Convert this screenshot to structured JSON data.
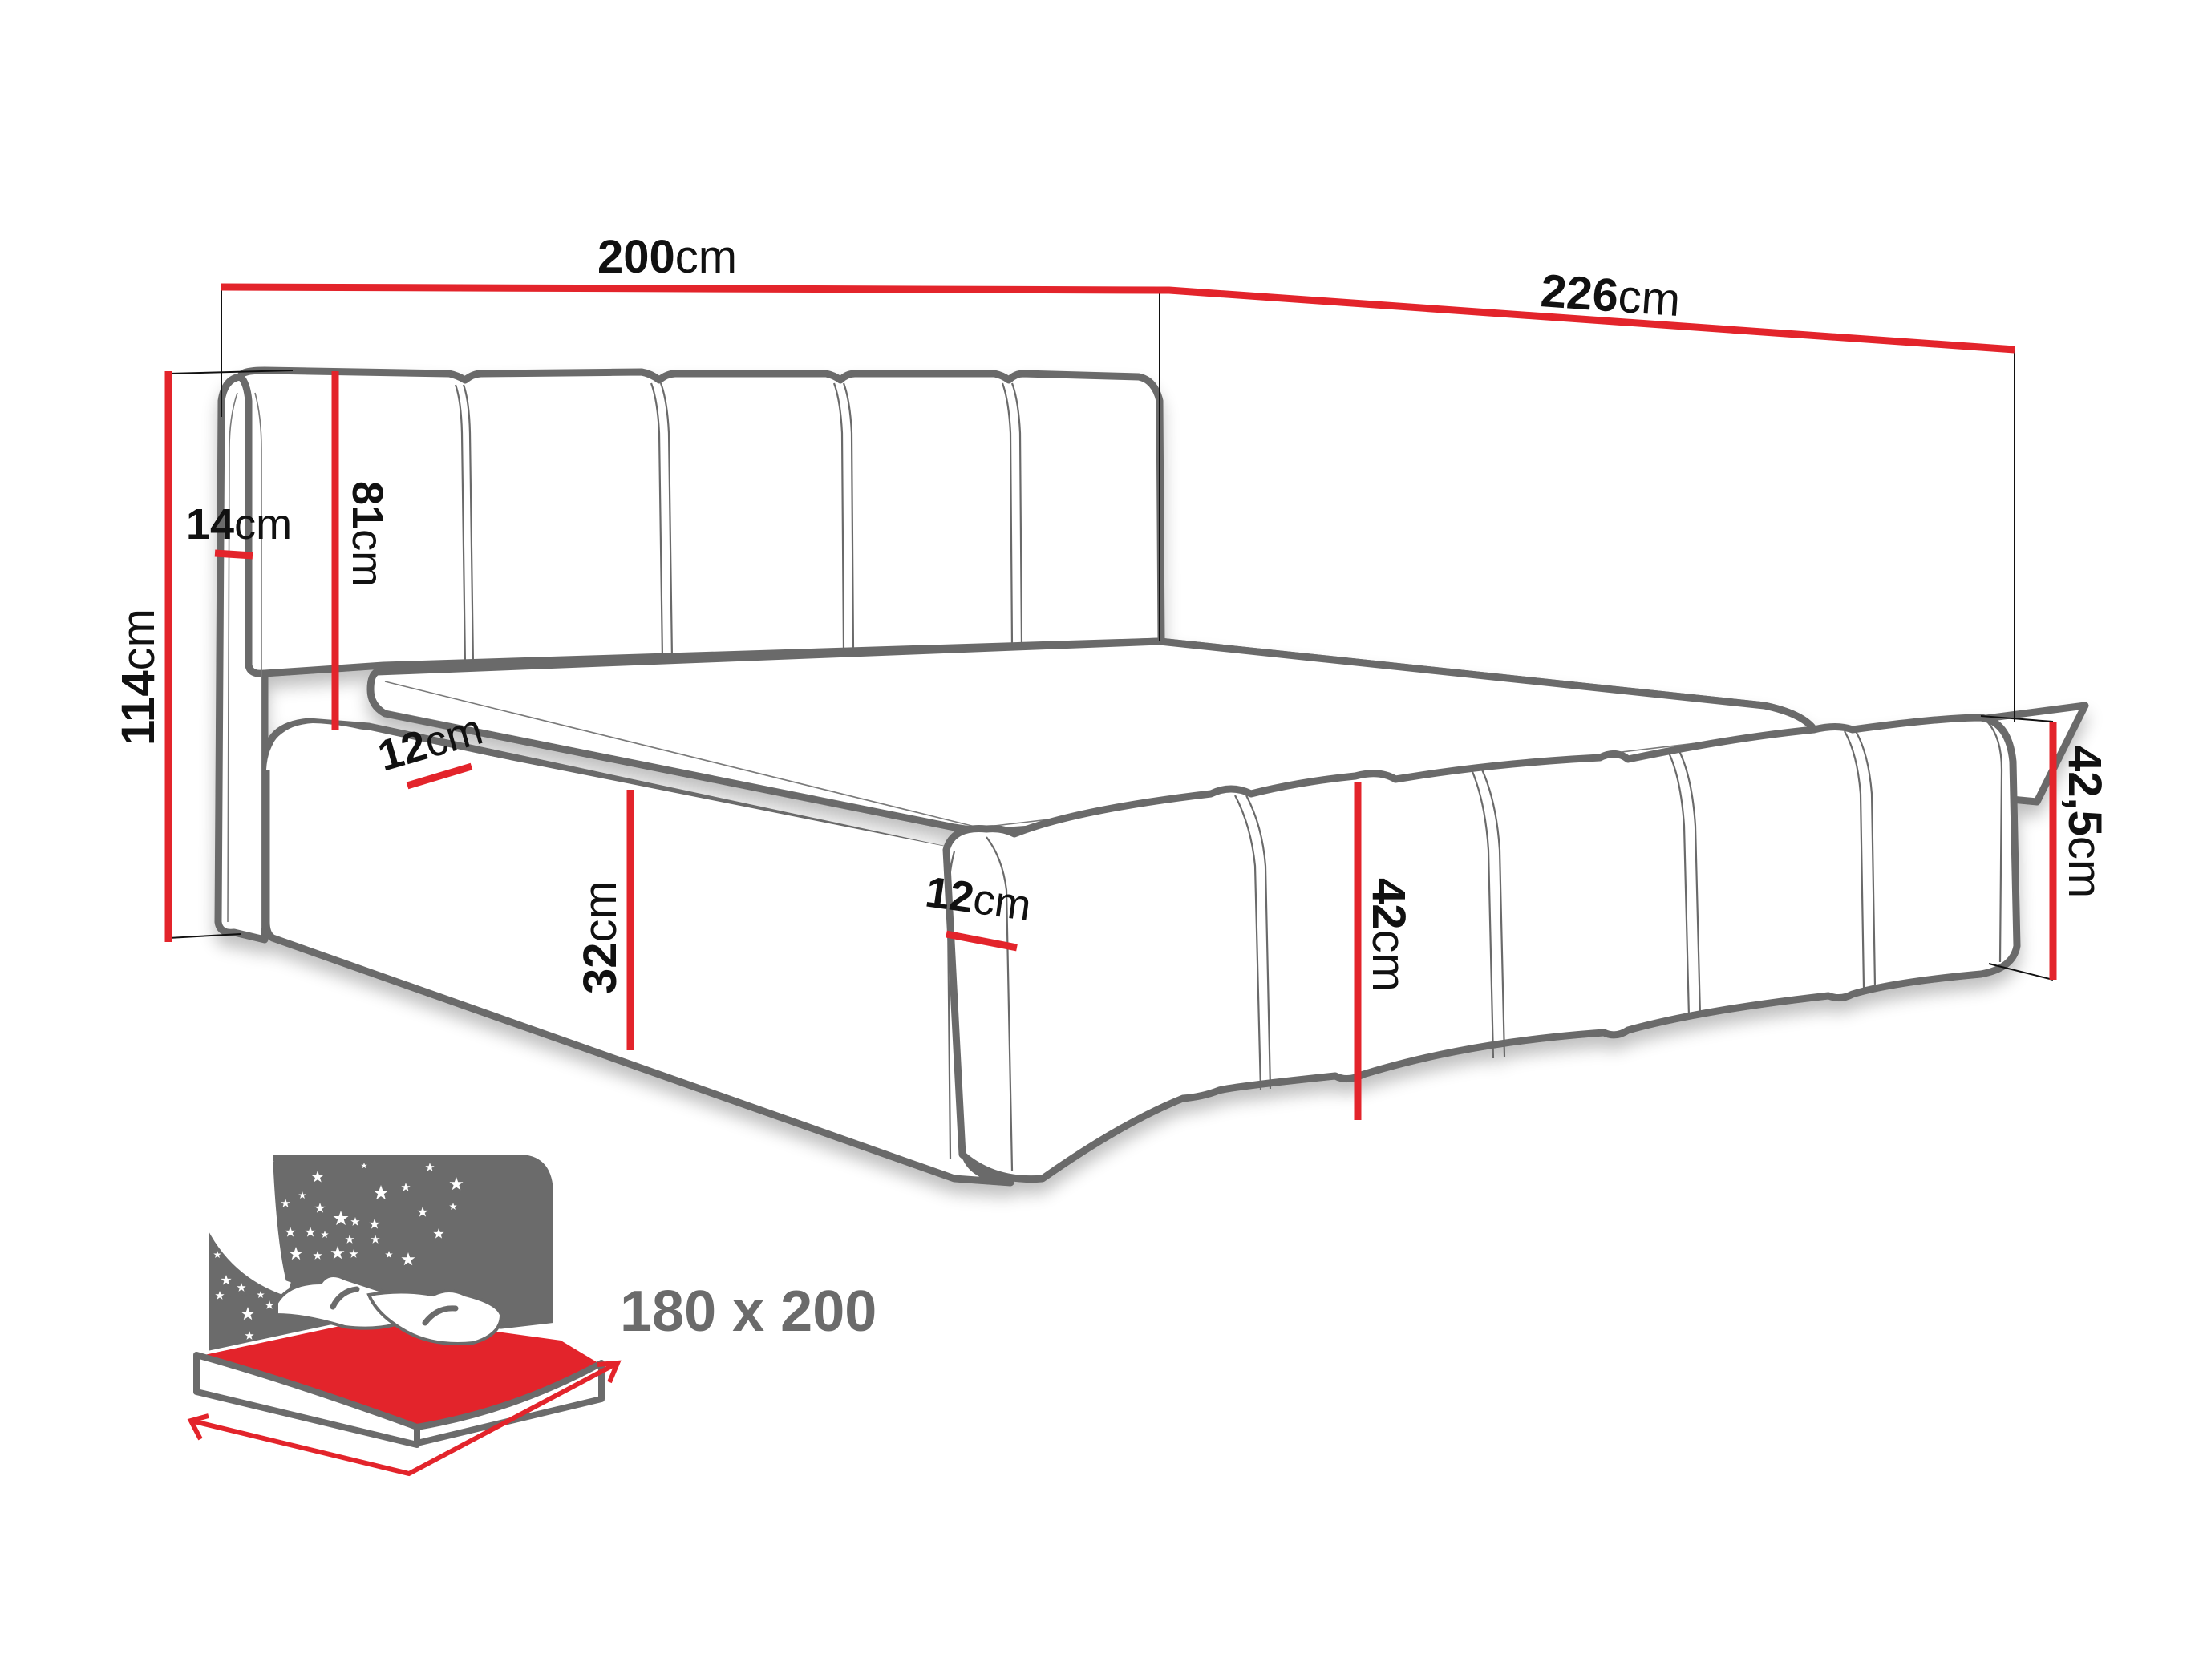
{
  "diagram": {
    "title": "Upholstered bed dimensions",
    "colors": {
      "outline": "#6b6b6b",
      "dimension_line": "#e3242b",
      "text": "#111111",
      "badge_gray": "#6b6b6b",
      "badge_red": "#e3242b"
    },
    "dimensions": {
      "total_width": {
        "value": "200",
        "unit": "cm"
      },
      "total_length": {
        "value": "226",
        "unit": "cm"
      },
      "total_height": {
        "value": "114",
        "unit": "cm"
      },
      "headboard_thickness": {
        "value": "14",
        "unit": "cm"
      },
      "headboard_height": {
        "value": "81",
        "unit": "cm"
      },
      "side_rail_thickness": {
        "value": "12",
        "unit": "cm"
      },
      "side_frame_height": {
        "value": "32",
        "unit": "cm"
      },
      "footboard_thickness": {
        "value": "12",
        "unit": "cm"
      },
      "footboard_height": {
        "value": "42",
        "unit": "cm"
      },
      "footboard_end_height": {
        "value": "42,5",
        "unit": "cm"
      }
    },
    "mattress_badge": {
      "size_label": "180 x 200",
      "icon": "bed-with-pillows-night-sky-icon"
    }
  }
}
